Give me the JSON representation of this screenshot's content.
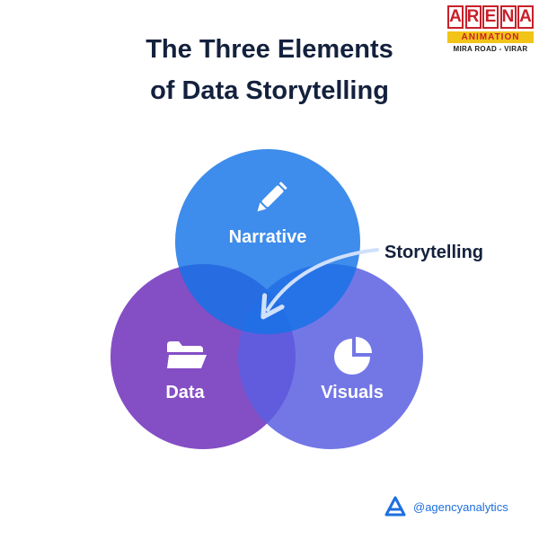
{
  "logo": {
    "letters": [
      "A",
      "R",
      "E",
      "N",
      "A"
    ],
    "band": "ANIMATION",
    "sub": "MIRA ROAD - VIRAR"
  },
  "title": {
    "line1": "The Three Elements",
    "line2": "of Data Storytelling"
  },
  "circles": [
    {
      "label": "Narrative",
      "icon": "pen-icon",
      "color": "#1473e6"
    },
    {
      "label": "Data",
      "icon": "folder-icon",
      "color": "#7a3fc0"
    },
    {
      "label": "Visuals",
      "icon": "pie-chart-icon",
      "color": "#5a5fe0"
    }
  ],
  "overlap_label": "Storytelling",
  "footer": {
    "handle": "@agencyanalytics",
    "icon": "agency-analytics-logo-icon"
  }
}
